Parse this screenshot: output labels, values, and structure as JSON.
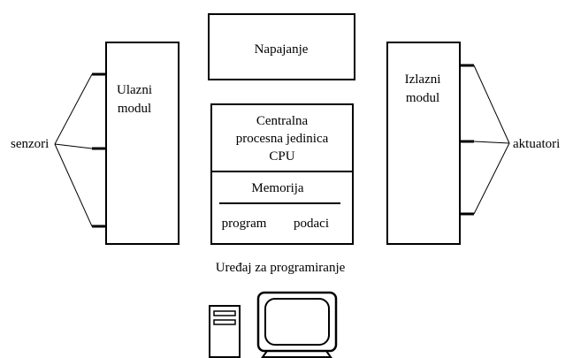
{
  "power_supply": {
    "label": "Napajanje"
  },
  "input_module": {
    "line1": "Ulazni",
    "line2": "modul"
  },
  "output_module": {
    "line1": "Izlazni",
    "line2": "modul"
  },
  "cpu": {
    "line1": "Centralna",
    "line2": "procesna jedinica",
    "line3": "CPU"
  },
  "memory": {
    "label": "Memorija",
    "program_label": "program",
    "data_label": "podaci"
  },
  "sensors": {
    "label": "senzori"
  },
  "actuators": {
    "label": "aktuatori"
  },
  "programming_device": {
    "label": "Uređaj za programiranje"
  }
}
